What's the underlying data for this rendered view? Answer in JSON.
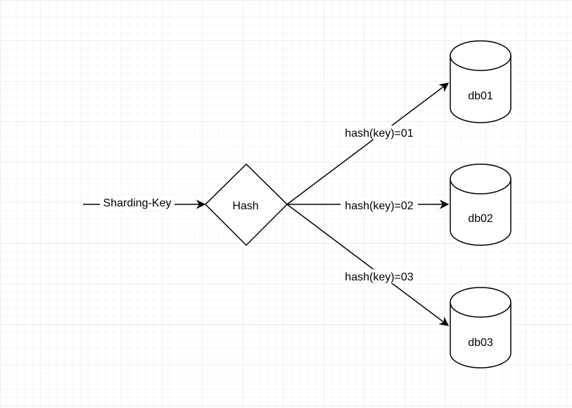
{
  "diagram": {
    "input_label": "Sharding-Key",
    "hash_node": {
      "label": "Hash"
    },
    "edges": [
      {
        "label": "hash(key)=01"
      },
      {
        "label": "hash(key)=02"
      },
      {
        "label": "hash(key)=03"
      }
    ],
    "databases": [
      {
        "label": "db01"
      },
      {
        "label": "db02"
      },
      {
        "label": "db03"
      }
    ]
  },
  "colors": {
    "background": "#ffffff",
    "grid": "#e6e6e6",
    "stroke": "#000000"
  }
}
